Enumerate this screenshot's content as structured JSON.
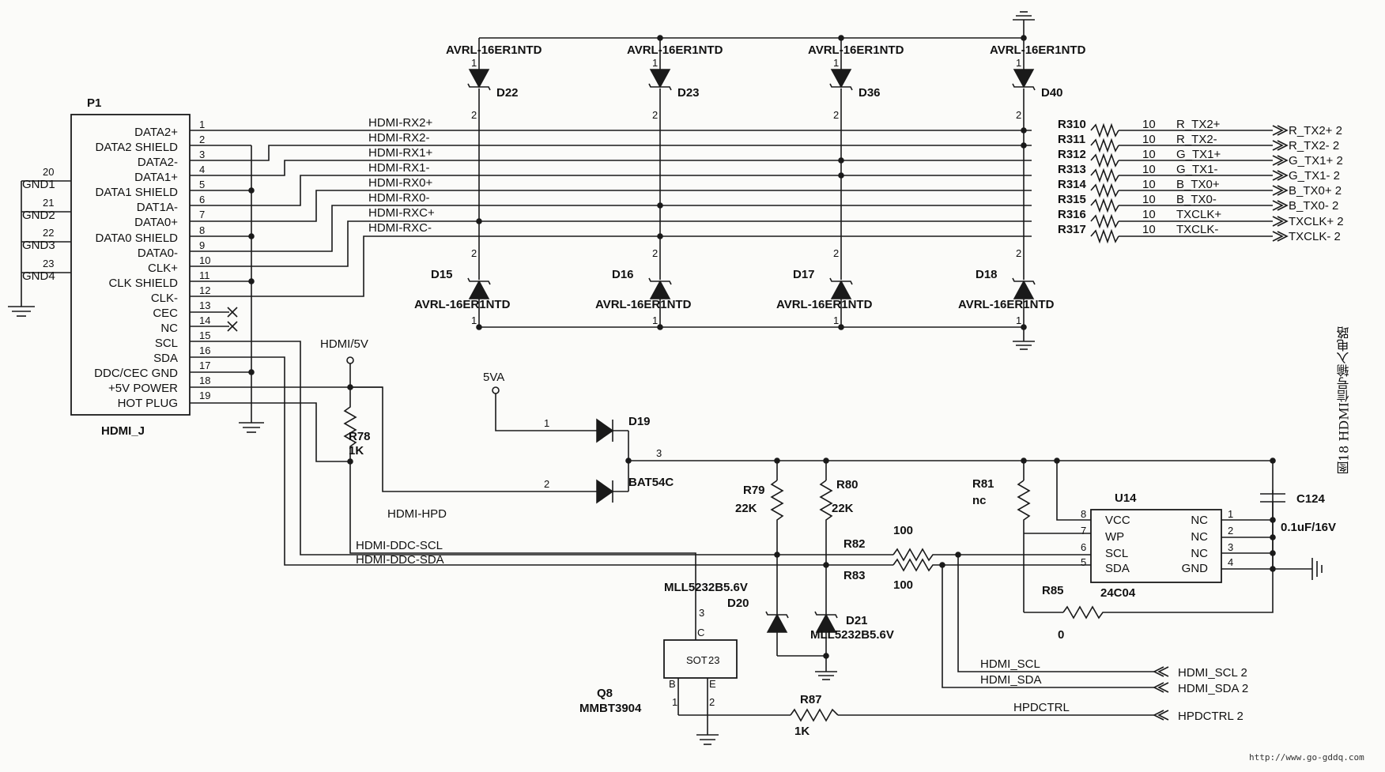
{
  "connector": {
    "ref": "P1",
    "part": "HDMI_J",
    "pins": [
      {
        "name": "DATA2+",
        "num": "1"
      },
      {
        "name": "DATA2 SHIELD",
        "num": "2"
      },
      {
        "name": "DATA2-",
        "num": "3"
      },
      {
        "name": "DATA1+",
        "num": "4"
      },
      {
        "name": "DATA1 SHIELD",
        "num": "5"
      },
      {
        "name": "DAT1A-",
        "num": "6"
      },
      {
        "name": "DATA0+",
        "num": "7"
      },
      {
        "name": "DATA0 SHIELD",
        "num": "8"
      },
      {
        "name": "DATA0-",
        "num": "9"
      },
      {
        "name": "CLK+",
        "num": "10"
      },
      {
        "name": "CLK SHIELD",
        "num": "11"
      },
      {
        "name": "CLK-",
        "num": "12"
      },
      {
        "name": "CEC",
        "num": "13"
      },
      {
        "name": "NC",
        "num": "14"
      },
      {
        "name": "SCL",
        "num": "15"
      },
      {
        "name": "SDA",
        "num": "16"
      },
      {
        "name": "DDC/CEC GND",
        "num": "17"
      },
      {
        "name": "+5V POWER",
        "num": "18"
      },
      {
        "name": "HOT PLUG",
        "num": "19"
      }
    ],
    "gnd_pins": [
      {
        "name": "GND1",
        "num": "20"
      },
      {
        "name": "GND2",
        "num": "21"
      },
      {
        "name": "GND3",
        "num": "22"
      },
      {
        "name": "GND4",
        "num": "23"
      }
    ]
  },
  "nets": [
    "HDMI-RX2+",
    "HDMI-RX2-",
    "HDMI-RX1+",
    "HDMI-RX1-",
    "HDMI-RX0+",
    "HDMI-RX0-",
    "HDMI-RXC+",
    "HDMI-RXC-"
  ],
  "resistor_bank": [
    {
      "ref": "R310",
      "value": "10",
      "net": "R_TX2+",
      "port": "R_TX2+ 2"
    },
    {
      "ref": "R311",
      "value": "10",
      "net": "R_TX2-",
      "port": "R_TX2- 2"
    },
    {
      "ref": "R312",
      "value": "10",
      "net": "G_TX1+",
      "port": "G_TX1+ 2"
    },
    {
      "ref": "R313",
      "value": "10",
      "net": "G_TX1-",
      "port": "G_TX1- 2"
    },
    {
      "ref": "R314",
      "value": "10",
      "net": "B_TX0+",
      "port": "B_TX0+ 2"
    },
    {
      "ref": "R315",
      "value": "10",
      "net": "B_TX0-",
      "port": "B_TX0- 2"
    },
    {
      "ref": "R316",
      "value": "10",
      "net": "TXCLK+",
      "port": "TXCLK+ 2"
    },
    {
      "ref": "R317",
      "value": "10",
      "net": "TXCLK-",
      "port": "TXCLK- 2"
    }
  ],
  "tvs_top": [
    {
      "ref": "D22",
      "part": "AVRL-16ER1NTD"
    },
    {
      "ref": "D23",
      "part": "AVRL-16ER1NTD"
    },
    {
      "ref": "D36",
      "part": "AVRL-16ER1NTD"
    },
    {
      "ref": "D40",
      "part": "AVRL-16ER1NTD"
    }
  ],
  "tvs_bottom": [
    {
      "ref": "D15",
      "part": "AVRL-16ER1NTD"
    },
    {
      "ref": "D16",
      "part": "AVRL-16ER1NTD"
    },
    {
      "ref": "D17",
      "part": "AVRL-16ER1NTD"
    },
    {
      "ref": "D18",
      "part": "AVRL-16ER1NTD"
    }
  ],
  "pin_marks": {
    "anode": "1",
    "cathode": "2",
    "bat_a": "1",
    "bat_b": "2",
    "bat_k": "3",
    "q_b": "1",
    "q_e": "2",
    "q_c": "3"
  },
  "power": {
    "hdmi5v": "HDMI/5V",
    "va5": "5VA"
  },
  "r78": {
    "ref": "R78",
    "value": "1K"
  },
  "d19": {
    "ref": "D19",
    "part": "BAT54C"
  },
  "r79": {
    "ref": "R79",
    "value": "22K"
  },
  "r80": {
    "ref": "R80",
    "value": "22K"
  },
  "r81": {
    "ref": "R81",
    "value": "nc"
  },
  "r82": {
    "ref": "R82",
    "value": "100"
  },
  "r83": {
    "ref": "R83",
    "value": "100"
  },
  "r85": {
    "ref": "R85",
    "value": "0"
  },
  "r87": {
    "ref": "R87",
    "value": "1K"
  },
  "c124": {
    "ref": "C124",
    "value": "0.1uF/16V"
  },
  "d20": {
    "ref": "D20",
    "part": "MLL5232B5.6V"
  },
  "d21": {
    "ref": "D21",
    "part": "MLL5232B5.6V"
  },
  "q8": {
    "ref": "Q8",
    "part": "MMBT3904",
    "package_a": "SOT",
    "package_b": "23",
    "pin_b": "B",
    "pin_c": "C",
    "pin_e": "E"
  },
  "u14": {
    "ref": "U14",
    "part": "24C04",
    "left_pins": [
      {
        "name": "VCC",
        "num": "8"
      },
      {
        "name": "WP",
        "num": "7"
      },
      {
        "name": "SCL",
        "num": "6"
      },
      {
        "name": "SDA",
        "num": "5"
      }
    ],
    "right_pins": [
      {
        "name": "NC",
        "num": "1"
      },
      {
        "name": "NC",
        "num": "2"
      },
      {
        "name": "NC",
        "num": "3"
      },
      {
        "name": "GND",
        "num": "4"
      }
    ]
  },
  "ctrl_nets": {
    "hpd": "HDMI-HPD",
    "ddc_scl": "HDMI-DDC-SCL",
    "ddc_sda": "HDMI-DDC-SDA",
    "scl": "HDMI_SCL",
    "sda": "HDMI_SDA",
    "hpdctrl": "HPDCTRL"
  },
  "ports": {
    "scl": "HDMI_SCL  2",
    "sda": "HDMI_SDA  2",
    "hpdctrl": "HPDCTRL  2"
  },
  "caption": "图18  HDMI信号输入电路",
  "watermark": "http://www.go-gddq.com"
}
